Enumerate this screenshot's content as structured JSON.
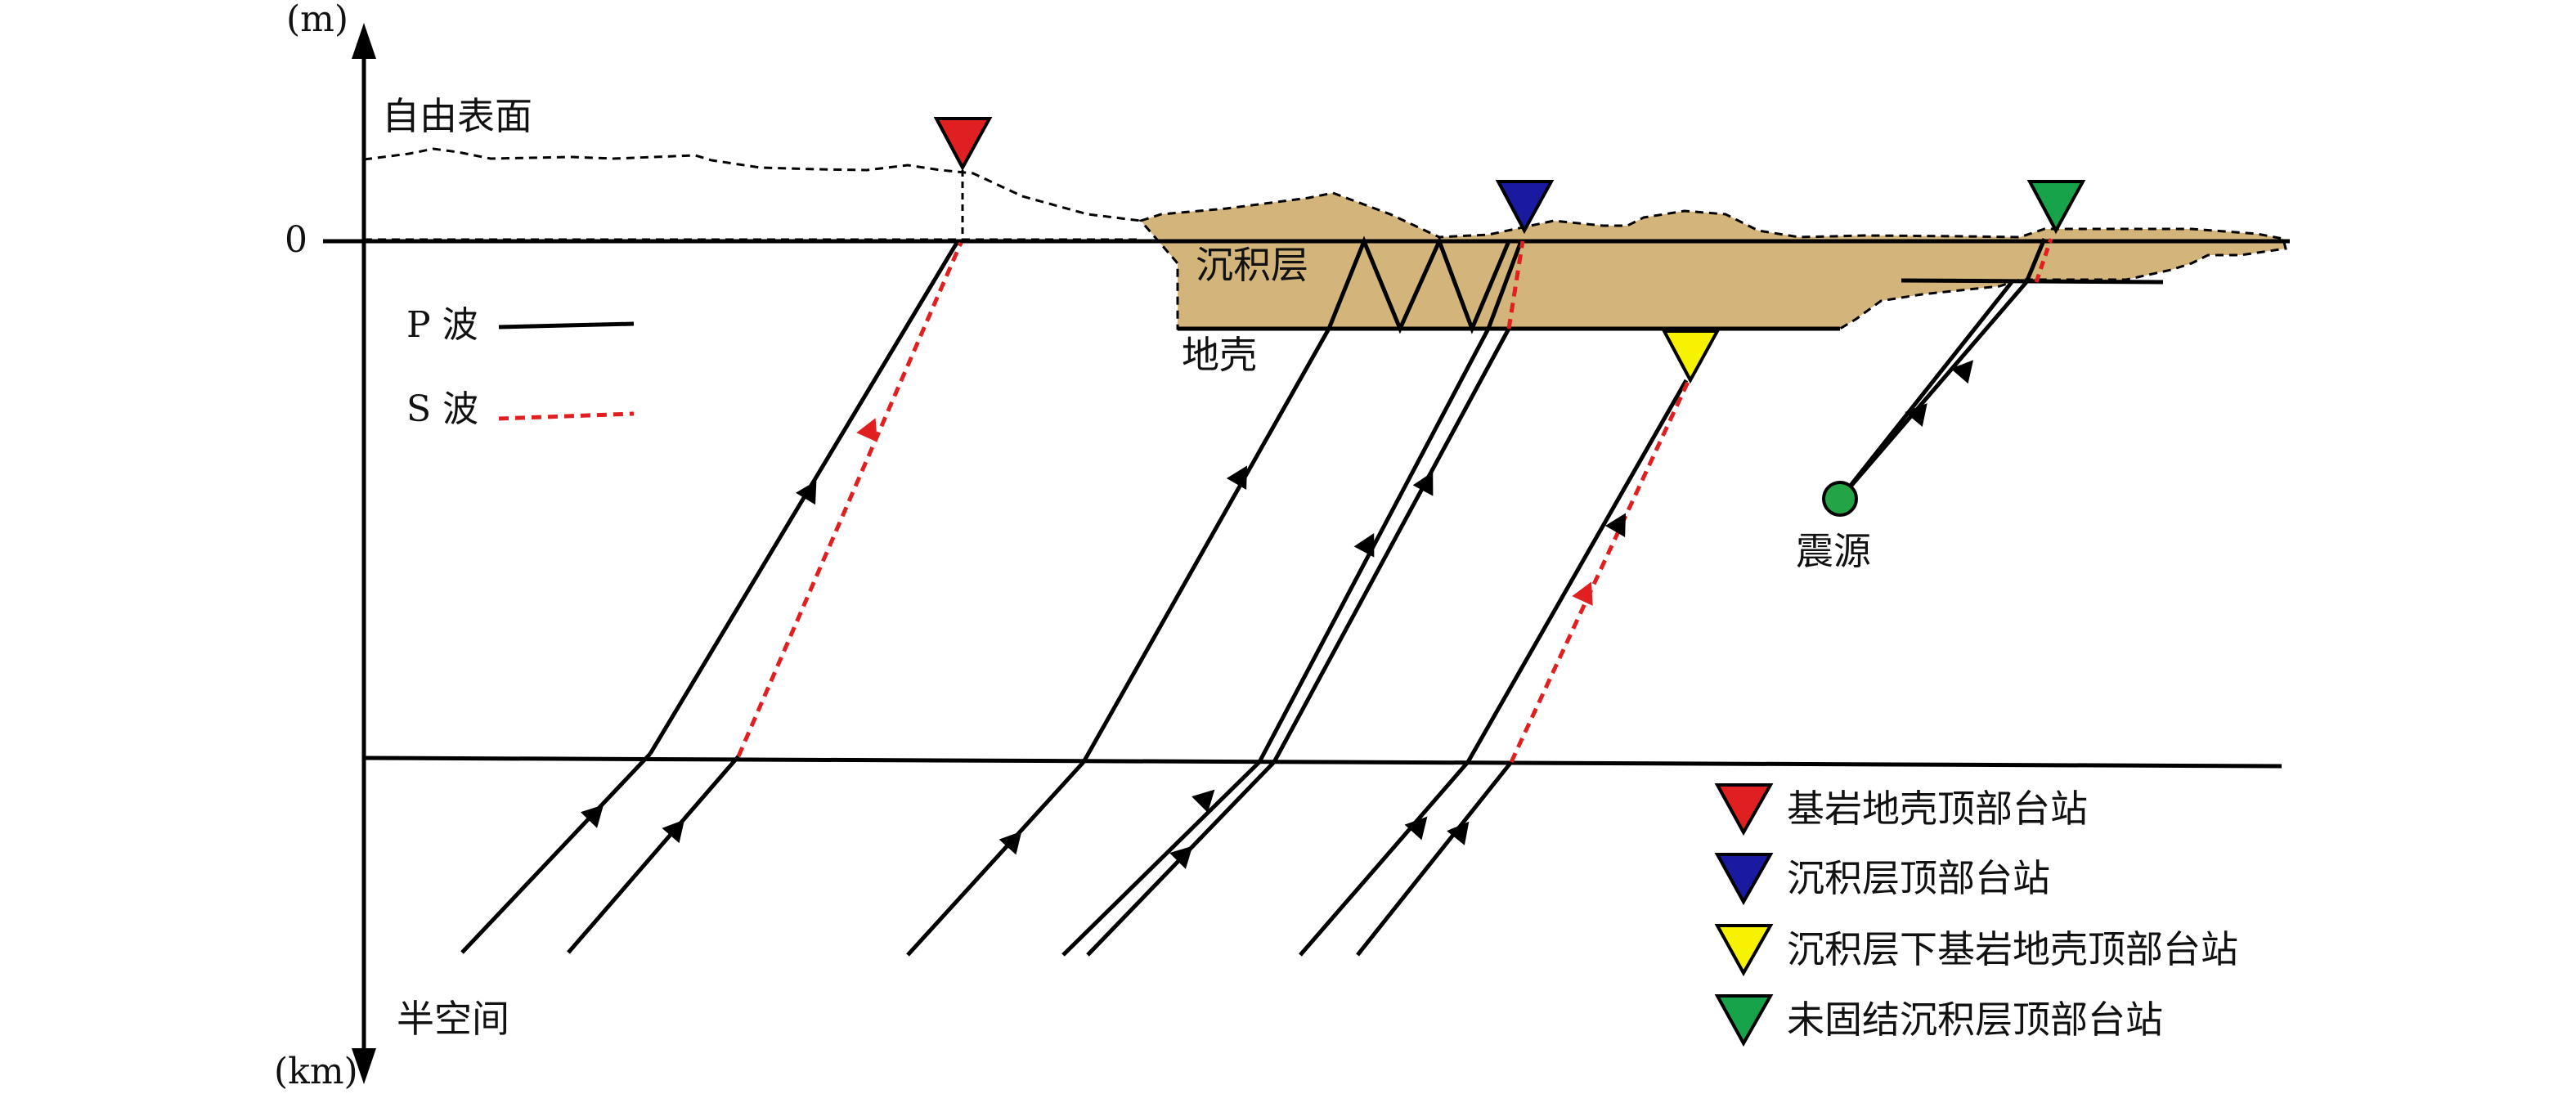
{
  "axis": {
    "top_unit": "(m)",
    "bottom_unit": "(km)",
    "zero_tick": "0"
  },
  "labels": {
    "free_surface": "自由表面",
    "sediment": "沉积层",
    "crust": "地壳",
    "half_space": "半空间",
    "source": "震源"
  },
  "wave_legend": {
    "p_wave": "P 波",
    "s_wave": "S 波"
  },
  "station_legend": [
    {
      "label": "基岩地壳顶部台站",
      "color": "#e02020"
    },
    {
      "label": "沉积层顶部台站",
      "color": "#1a1aa0"
    },
    {
      "label": "沉积层下基岩地壳顶部台站",
      "color": "#f7f200"
    },
    {
      "label": "未固结沉积层顶部台站",
      "color": "#16a34a"
    }
  ],
  "colors": {
    "p_wave": "#000000",
    "s_wave": "#e02020",
    "sediment_fill": "#d3b57c",
    "source_fill": "#22a447"
  }
}
